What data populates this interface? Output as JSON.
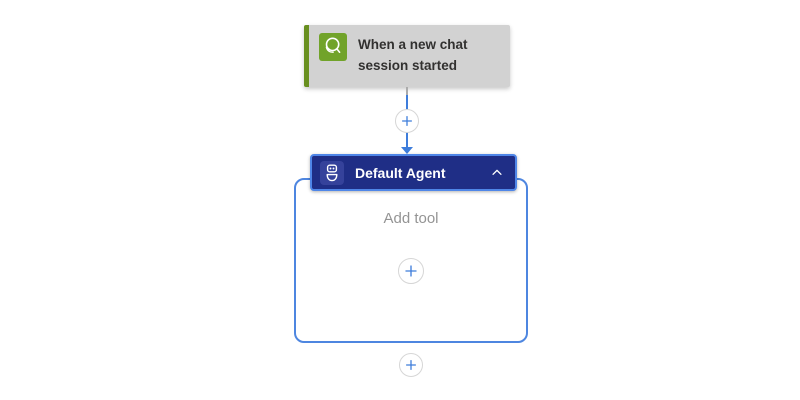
{
  "trigger": {
    "title": "When a new chat session started",
    "icon": "chat-bubble-icon"
  },
  "agent": {
    "label": "Default Agent",
    "icon": "bot-icon",
    "collapse_icon": "chevron-up-icon",
    "add_tool_label": "Add tool"
  },
  "connector": {
    "insert_action_icon": "plus-icon",
    "add_tool_button_icon": "plus-icon",
    "insert_step_below_icon": "plus-icon"
  },
  "colors": {
    "canvas_bg": "#ffffff",
    "accent_blue": "#3e7ddb",
    "header_bg": "#1f2e86",
    "header_icon_bg": "#35429b",
    "selection_outline": "#4f86e8",
    "container_border": "#4e86e0",
    "trigger_card_bg": "#d2d2d2",
    "trigger_stripe": "#688f1f",
    "trigger_icon_bg": "#71a32a",
    "title_text": "#323130",
    "muted_text": "#949494",
    "circle_border": "#d6d6d6",
    "stub_gray": "#ababab"
  }
}
